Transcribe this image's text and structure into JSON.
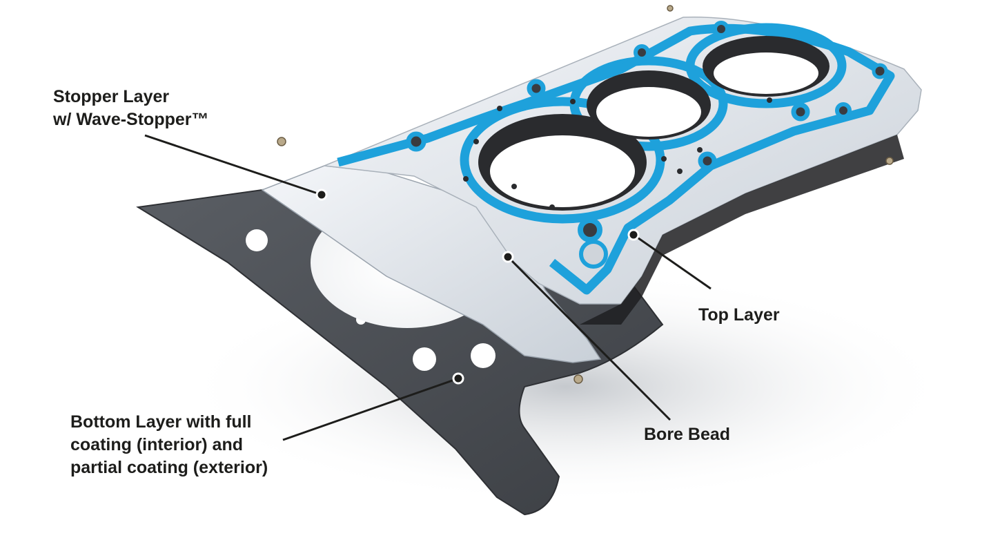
{
  "labels": {
    "stopper_line1": "Stopper Layer",
    "stopper_line2": "w/ Wave-Stopper™",
    "top": "Top Layer",
    "bore": "Bore Bead",
    "bottom_line1": "Bottom Layer with full",
    "bottom_line2": "coating (interior) and",
    "bottom_line3": "partial coating (exterior)"
  },
  "colors": {
    "label_text": "#1d1d1b",
    "top_layer_surface": "#e8edf2",
    "bead_blue": "#1ea1db",
    "bottom_layer": "#4a4d52",
    "leader_line": "#1d1d1b"
  }
}
